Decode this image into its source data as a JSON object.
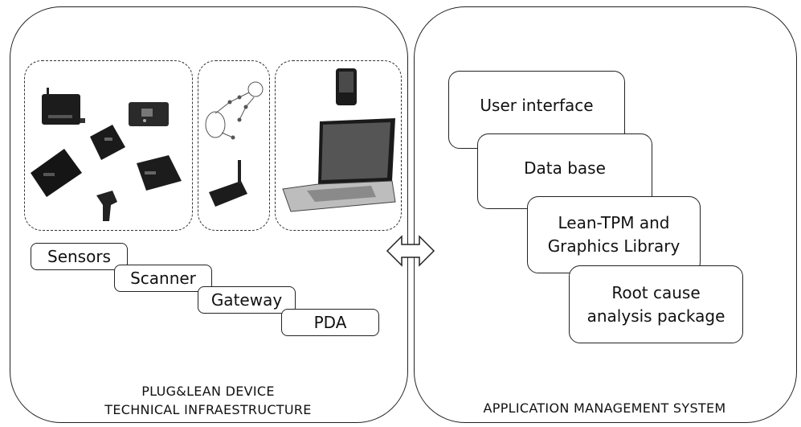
{
  "left_panel": {
    "labels": {
      "sensors": "Sensors",
      "scanner": "Scanner",
      "gateway": "Gateway",
      "pda": "PDA"
    },
    "caption_line1": "PLUG&LEAN DEVICE",
    "caption_line2": "TECHNICAL INFRAESTRUCTURE"
  },
  "right_panel": {
    "boxes": {
      "user_interface": "User interface",
      "data_base": "Data base",
      "lean_line1": "Lean-TPM and",
      "lean_line2": "Graphics  Library",
      "root_line1": "Root cause",
      "root_line2": "analysis package"
    },
    "caption": "APPLICATION MANAGEMENT SYSTEM"
  },
  "connector": "double-arrow"
}
